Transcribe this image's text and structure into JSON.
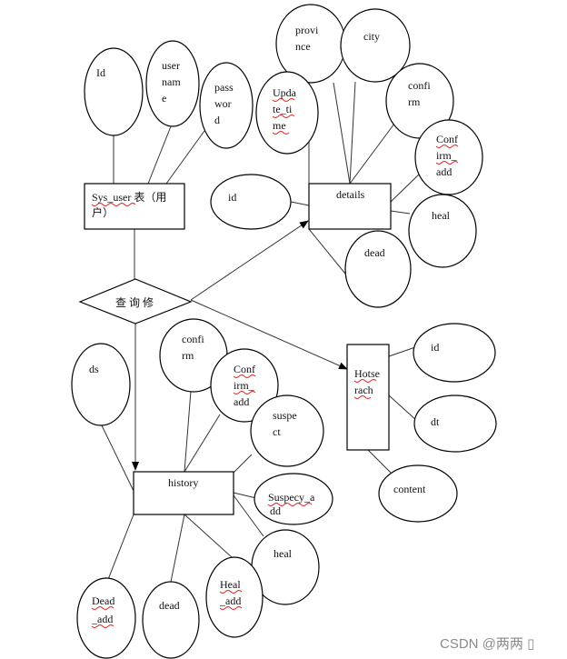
{
  "diagram": {
    "entities": {
      "sys_user": [
        "Sys_user 表（用",
        "户）"
      ],
      "details": [
        "details"
      ],
      "hotsearch": [
        "Hotse",
        "rach"
      ],
      "history": [
        "history"
      ]
    },
    "relationship": "查 询 修",
    "attributes": {
      "id_user": [
        "Id"
      ],
      "username": [
        "user",
        "nam",
        "e"
      ],
      "password": [
        "pass",
        "wor",
        "d"
      ],
      "province": [
        "provi",
        "nce"
      ],
      "city": [
        "city"
      ],
      "update_time": [
        "Upda",
        "te_ti",
        "me"
      ],
      "confirm_details": [
        "confi",
        "rm"
      ],
      "confirm_add_details": [
        "Conf",
        "irm_",
        "add"
      ],
      "id_details": [
        "id"
      ],
      "heal_details": [
        "heal"
      ],
      "dead_details": [
        "dead"
      ],
      "id_hot": [
        "id"
      ],
      "dt": [
        "dt"
      ],
      "content": [
        "content"
      ],
      "ds": [
        "ds"
      ],
      "confirm_history": [
        "confi",
        "rm"
      ],
      "confirm_add_history": [
        "Conf",
        "irm_",
        "add"
      ],
      "suspect": [
        "suspe",
        "ct"
      ],
      "suspect_add": [
        "Suspecy_a",
        "dd"
      ],
      "heal_history": [
        "heal"
      ],
      "heal_add": [
        "Heal",
        "_add"
      ],
      "dead_history": [
        "dead"
      ],
      "dead_add": [
        "Dead",
        "_add"
      ]
    }
  },
  "watermark": "CSDN @两两 ▯"
}
